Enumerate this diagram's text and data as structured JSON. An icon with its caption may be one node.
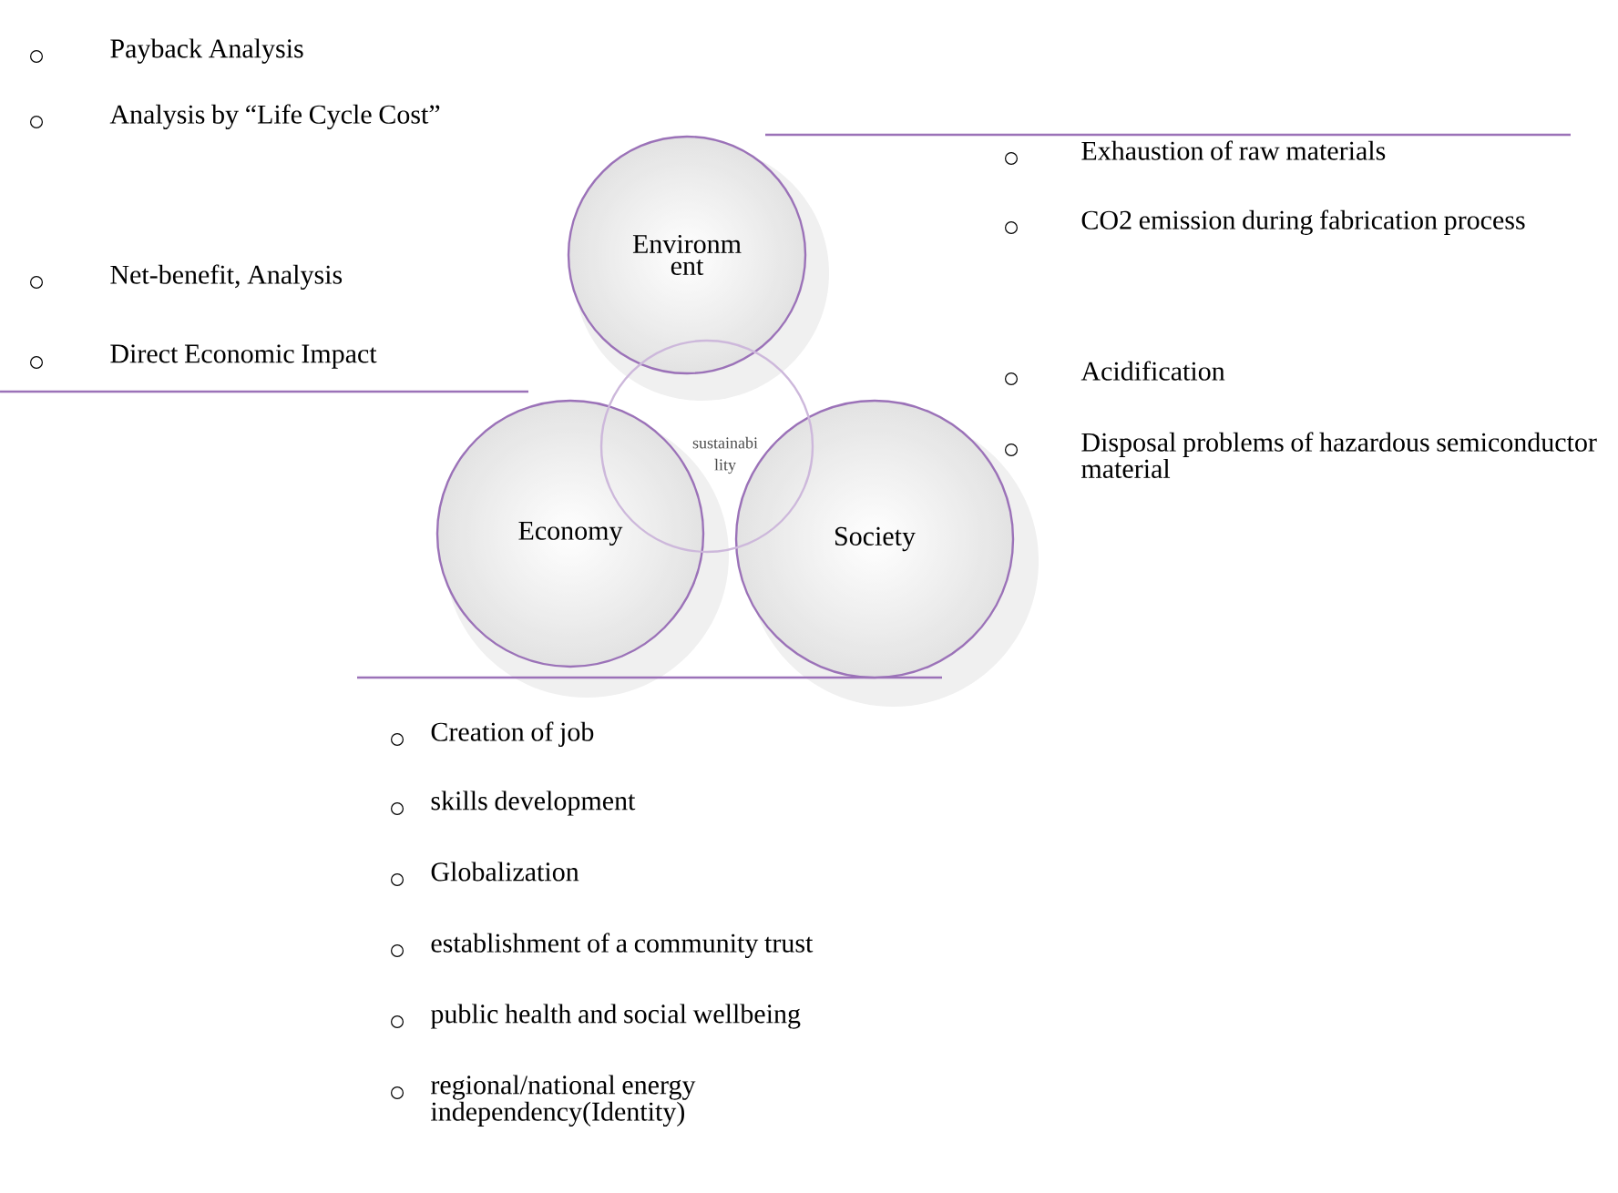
{
  "diagram": {
    "nodes": [
      {
        "text": [
          "Environm ent"
        ]
      },
      {
        "text": [
          "sustainabi lity"
        ]
      },
      {
        "text": [
          "Economy"
        ]
      },
      {
        "text": [
          "Society"
        ]
      }
    ],
    "labels": [
      "Payback Analysis",
      "Analysis by “Life Cycle Cost”",
      "Net-benefit, Analysis",
      "Direct Economic Impact",
      "Exhaustion of raw materials",
      "CO2 emission during fabrication process",
      "Acidification",
      "Disposal problems of hazardous semiconductor material",
      "Creation of job",
      "skills development",
      "Globalization",
      "establishment of a community trust",
      "public health and social wellbeing",
      "regional/national energy independency(Identity)"
    ]
  }
}
